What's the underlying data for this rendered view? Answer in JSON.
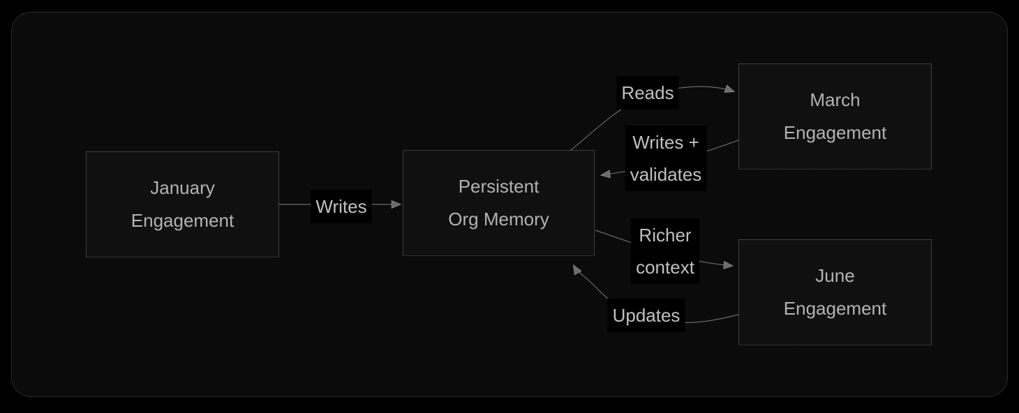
{
  "diagram": {
    "type": "flowchart",
    "nodes": {
      "january": {
        "lines": [
          "January",
          "Engagement"
        ]
      },
      "persistent": {
        "lines": [
          "Persistent",
          "Org Memory"
        ]
      },
      "march": {
        "lines": [
          "March",
          "Engagement"
        ]
      },
      "june": {
        "lines": [
          "June",
          "Engagement"
        ]
      }
    },
    "edges": {
      "writes": {
        "from": "january",
        "to": "persistent",
        "label": "Writes"
      },
      "reads": {
        "from": "persistent",
        "to": "march",
        "label": "Reads"
      },
      "writes_validates": {
        "from": "march",
        "to": "persistent",
        "label_line1": "Writes +",
        "label_line2": "validates"
      },
      "richer_context": {
        "from": "persistent",
        "to": "june",
        "label_line1": "Richer",
        "label_line2": "context"
      },
      "updates": {
        "from": "june",
        "to": "persistent",
        "label": "Updates"
      }
    },
    "colors": {
      "canvas_background": "#000000",
      "frame_background": "#0b0b0b",
      "frame_border": "#2b2b2b",
      "node_background": "#101010",
      "node_border": "#404040",
      "node_text": "#b3b3b3",
      "edge_line": "#6a6a6a",
      "arrowhead": "#6a6a6a",
      "edge_label_background": "#000000",
      "edge_label_text": "#c0c0c0"
    }
  }
}
